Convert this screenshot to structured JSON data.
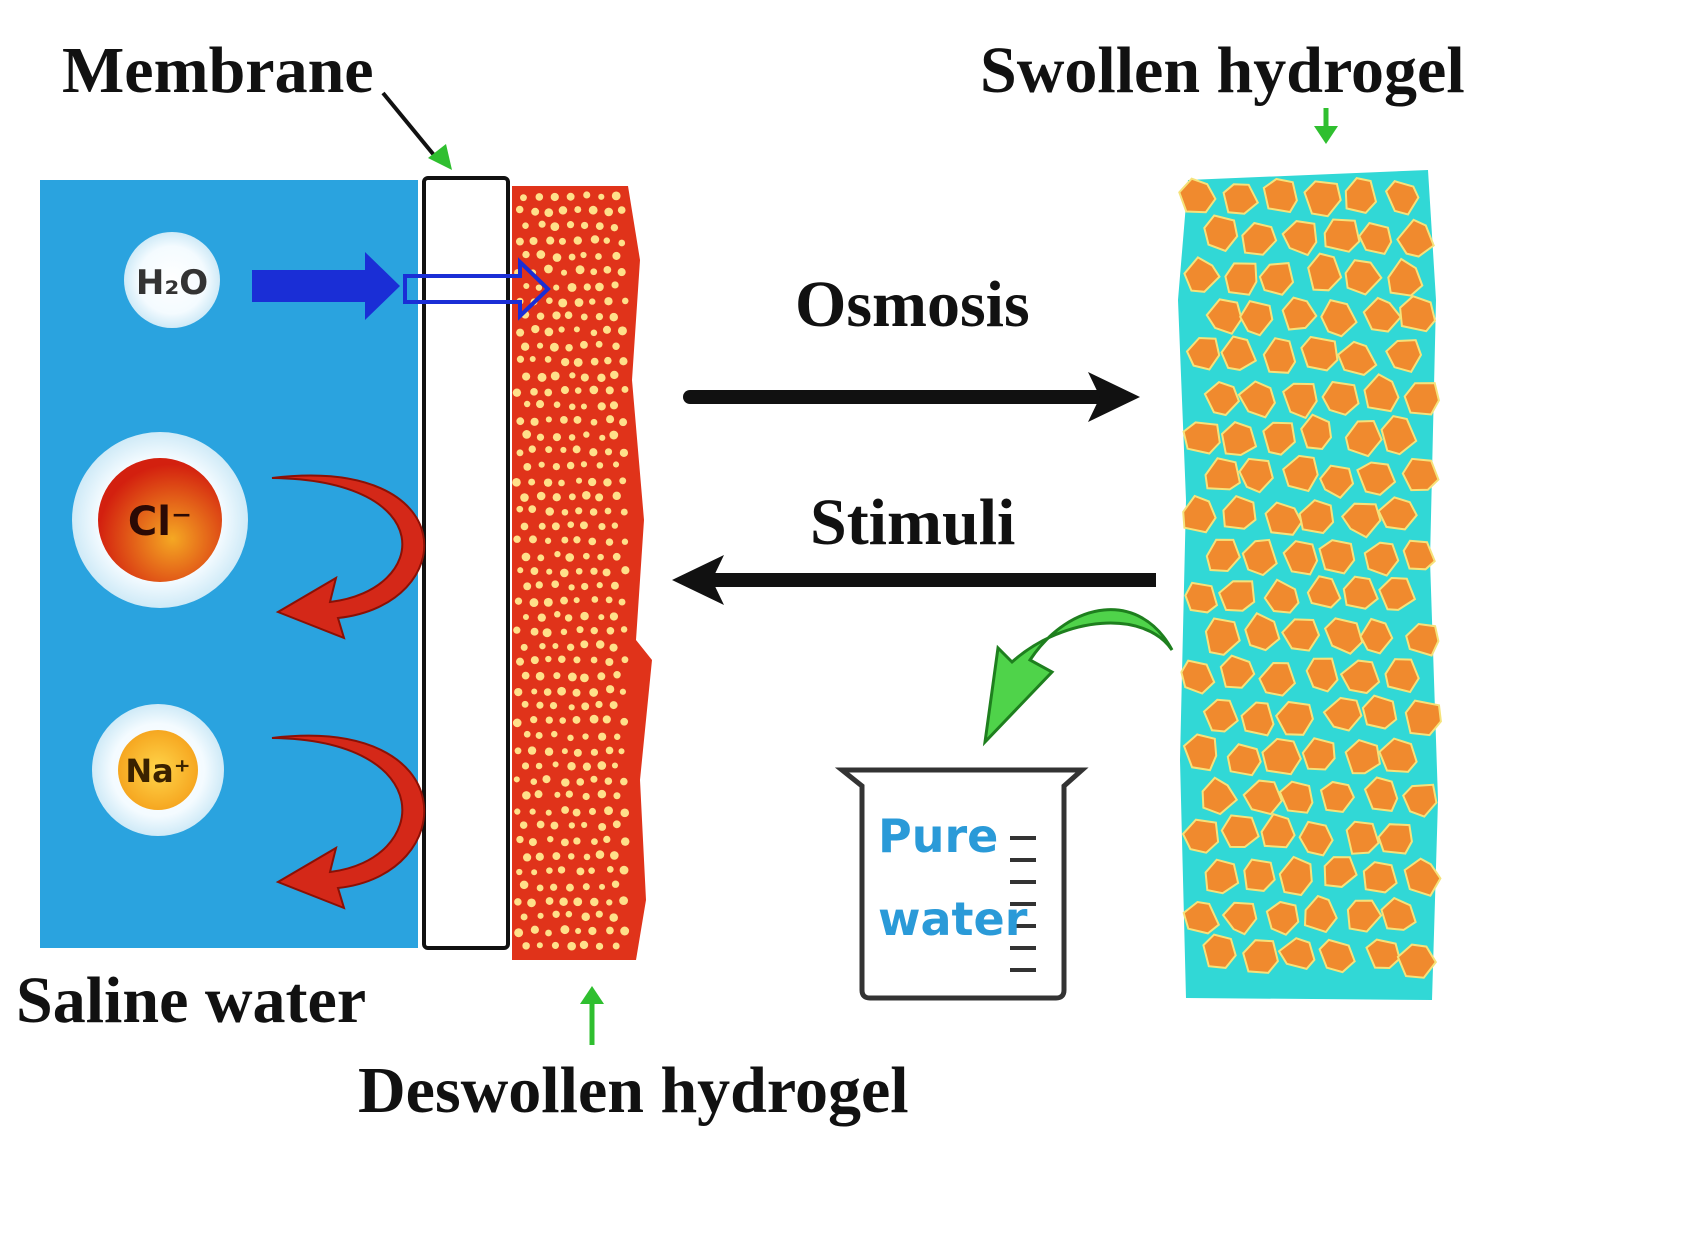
{
  "labels": {
    "membrane": "Membrane",
    "swollen_hydrogel": "Swollen hydrogel",
    "osmosis": "Osmosis",
    "stimuli": "Stimuli",
    "saline_water": "Saline water",
    "deswollen_hydrogel": "Deswollen hydrogel"
  },
  "ions": {
    "water": "H₂O",
    "chloride": "Cl⁻",
    "sodium": "Na⁺"
  },
  "beaker": {
    "line1": "Pure",
    "line2": "water"
  },
  "colors": {
    "saline_water": "#2aa3df",
    "deswollen_hydrogel": "#e0331a",
    "swollen_hydrogel": "#f08a2e",
    "swollen_network": "#31d8d6",
    "water_arrow": "#1a2ed6",
    "ion_arrow": "#d42818",
    "pointer_arrow": "#2fbf2f",
    "beaker_text": "#2a9ad8"
  }
}
